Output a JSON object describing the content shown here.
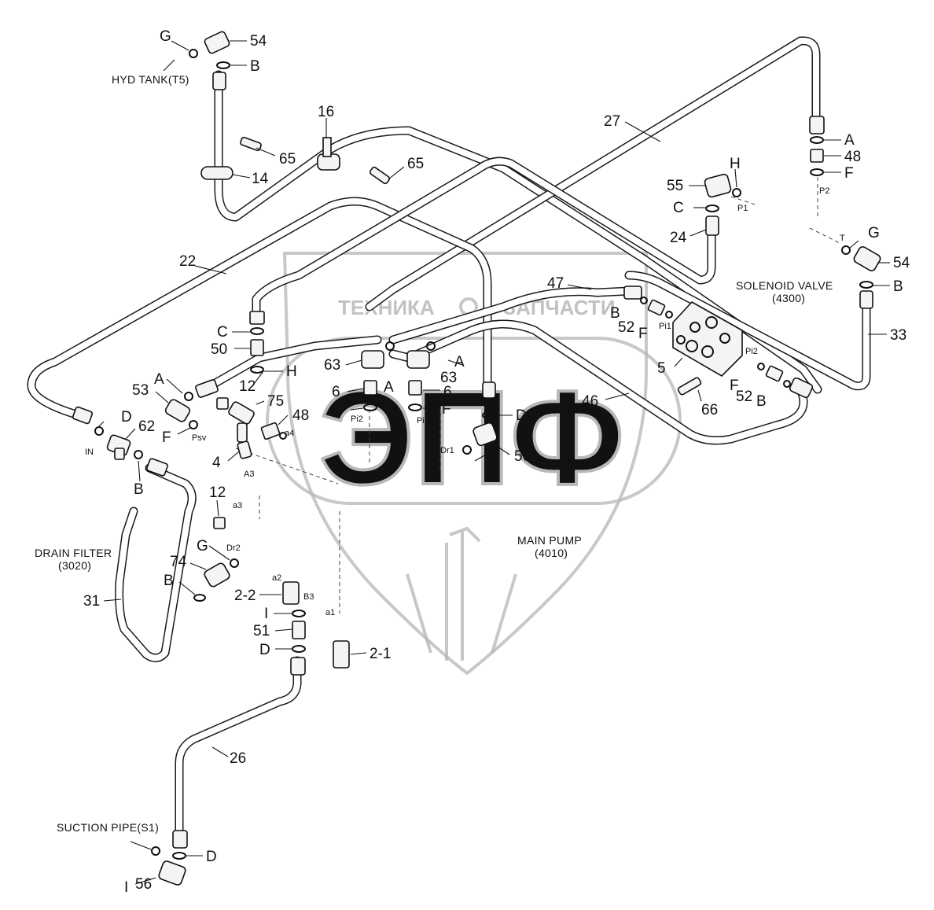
{
  "diagram": {
    "labels": {
      "l54a": "54",
      "lGa": "G",
      "lBa": "B",
      "l16": "16",
      "l65a": "65",
      "l65b": "65",
      "l14": "14",
      "l27": "27",
      "l22": "22",
      "lAr": "A",
      "l48a": "48",
      "lFr": "F",
      "lH": "H",
      "l55": "55",
      "lC": "C",
      "l24": "24",
      "lGr": "G",
      "l54b": "54",
      "lBr": "B",
      "l33": "33",
      "l47": "47",
      "lBv": "B",
      "l52a": "52",
      "lFv": "F",
      "l5": "5",
      "lFv2": "F",
      "l52b": "52",
      "lBv2": "B",
      "l66": "66",
      "l46": "46",
      "lC2": "C",
      "l50": "50",
      "lH2": "H",
      "l12a": "12",
      "l63a": "63",
      "l63b": "63",
      "lA2": "A",
      "lA3": "A",
      "l6a": "6",
      "l6b": "6",
      "lF2": "F",
      "lF3": "F",
      "lD2": "D",
      "l56a": "56",
      "lI2": "I",
      "l53": "53",
      "lA4": "A",
      "l75": "75",
      "l48b": "48",
      "lF4": "F",
      "l4": "4",
      "l62": "62",
      "lD3": "D",
      "lB3": "B",
      "l12b": "12",
      "lG4": "G",
      "l74": "74",
      "lB4": "B",
      "l31": "31",
      "l22b": "2-2",
      "lI3": "I",
      "l51": "51",
      "lD4": "D",
      "l21": "2-1",
      "l26": "26",
      "lD5": "D",
      "lI4": "I",
      "l56b": "56"
    },
    "ports": {
      "p1": "P1",
      "p2": "P2",
      "t": "T",
      "pi1a": "Pi1",
      "pi2a": "Pi2",
      "pi2b": "Pi2",
      "pi1b": "Pi1",
      "dr1": "Dr1",
      "psv": "Psv",
      "a4": "a4",
      "a3": "A3",
      "in": "IN",
      "a3s": "a3",
      "dr2": "Dr2",
      "a2": "a2",
      "b3": "B3",
      "a1": "a1"
    },
    "callouts": {
      "hyd_tank": "HYD TANK(T5)",
      "solenoid_valve": "SOLENOID VALVE",
      "solenoid_code": "(4300)",
      "drain_filter": "DRAIN FILTER",
      "drain_code": "(3020)",
      "main_pump": "MAIN PUMP",
      "pump_code": "(4010)",
      "suction_pipe": "SUCTION PIPE(S1)"
    },
    "watermark": {
      "left": "ТЕХНИКА",
      "right": "ЗАПЧАСТИ",
      "logo": "ЭПФ"
    }
  }
}
